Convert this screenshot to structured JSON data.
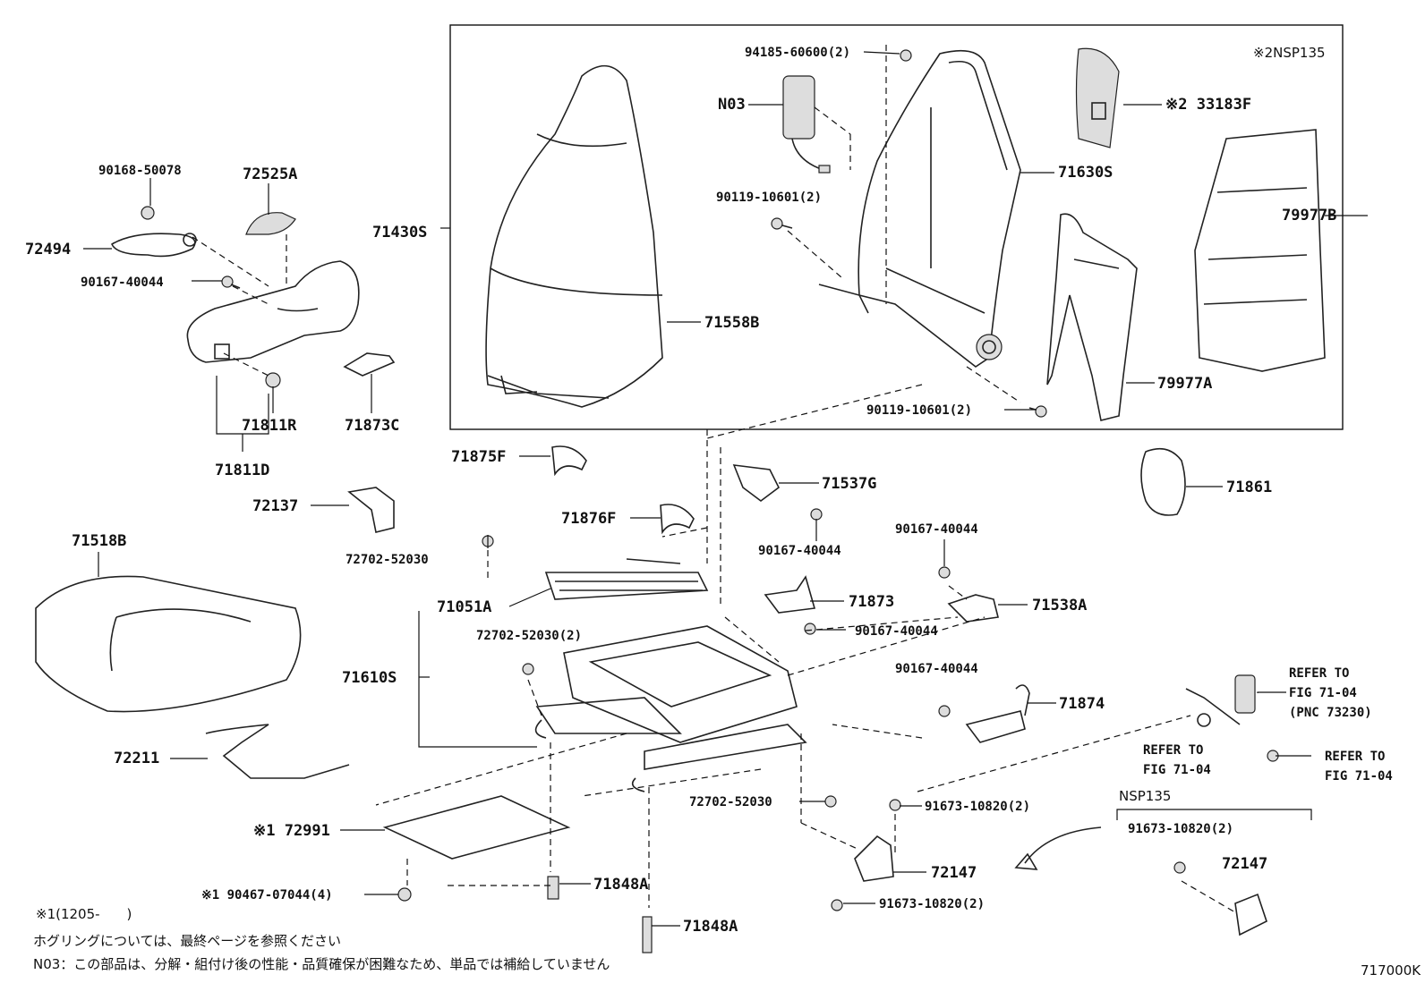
{
  "labels": {
    "l94185": "94185-60600(2)",
    "nsp135_top": "※2NSP135",
    "n03": "N03",
    "l33183f": "※2 33183F",
    "l71630s": "71630S",
    "l90119a": "90119-10601(2)",
    "l79977b": "79977B",
    "l71430s": "71430S",
    "l71558b": "71558B",
    "l79977a": "79977A",
    "l90119b": "90119-10601(2)",
    "l90168": "90168-50078",
    "l72525a": "72525A",
    "l72494": "72494",
    "l90167a": "90167-40044",
    "l71811r": "71811R",
    "l71873c": "71873C",
    "l71811d": "71811D",
    "l71875f": "71875F",
    "l71537g": "71537G",
    "l71861": "71861",
    "l72137": "72137",
    "l71876f": "71876F",
    "l90167b": "90167-40044",
    "l90167c": "90167-40044",
    "l71518b": "71518B",
    "l72702a": "72702-52030",
    "l71873": "71873",
    "l71538a": "71538A",
    "l71051a": "71051A",
    "l90167d": "90167-40044",
    "l72702b": "72702-52030(2)",
    "l71610s": "71610S",
    "l90167e": "90167-40044",
    "l71874": "71874",
    "refer1a": "REFER TO",
    "refer1b": "FIG 71-04",
    "refer1c": "(PNC 73230)",
    "refer2a": "REFER TO",
    "refer2b": "FIG 71-04",
    "refer3a": "REFER TO",
    "refer3b": "FIG 71-04",
    "l72211": "72211",
    "nsp135_bottom": "NSP135",
    "l72702c": "72702-52030",
    "l91673a": "91673-10820(2)",
    "l91673b": "91673-10820(2)",
    "l72991": "※1 72991",
    "l72147a": "72147",
    "l72147b": "72147",
    "l90467": "※1 90467-07044(4)",
    "l71848a1": "71848A",
    "l91673c": "91673-10820(2)",
    "l71848a2": "71848A"
  },
  "notes": {
    "line1": "※1(1205-　　)",
    "line2": "ホグリングについては、最終ページを参照ください",
    "line3": "N03：この部品は、分解・組付け後の性能・品質確保が困難なため、単品では補給していません"
  },
  "figure_id": "717000K"
}
